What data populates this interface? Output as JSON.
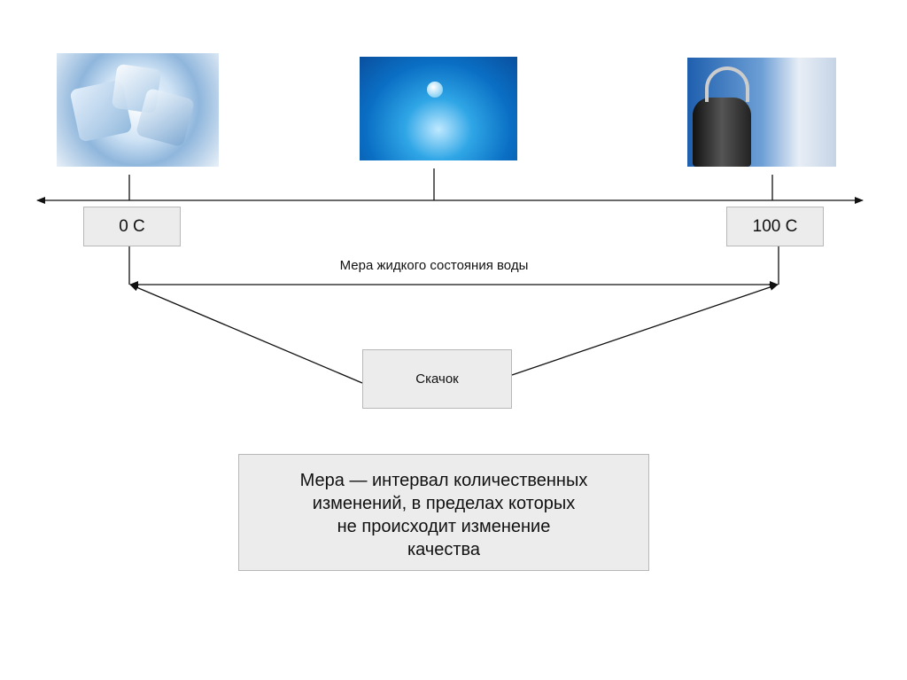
{
  "images": [
    {
      "name": "ice-cubes-image"
    },
    {
      "name": "water-drop-image"
    },
    {
      "name": "boiling-kettle-image"
    }
  ],
  "labels": {
    "zero": "0 С",
    "hundred": "100 С",
    "measure_liquid": "Мера жидкого состояния воды",
    "leap": "Скачок"
  },
  "definition": [
    "Мера — интервал количественных",
    "изменений, в пределах которых",
    "не происходит изменение",
    "качества"
  ]
}
